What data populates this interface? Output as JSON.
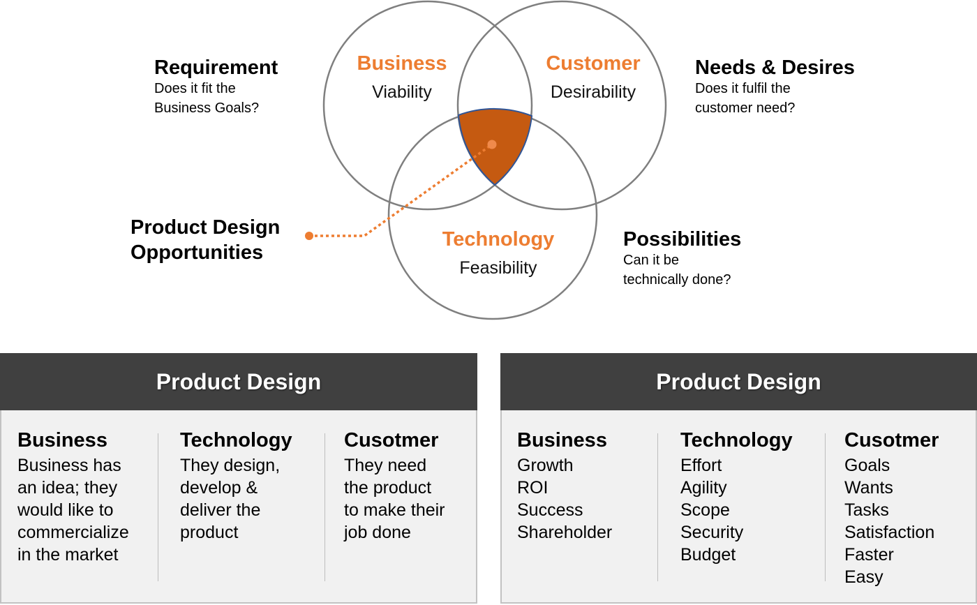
{
  "venn": {
    "colors": {
      "circle_stroke": "#7F7F7F",
      "accent": "#ED7D31",
      "intersection_fill": "#C55A11",
      "intersection_stroke": "#2F5597"
    },
    "circles": [
      {
        "id": "business",
        "title": "Business",
        "subtitle": "Viability"
      },
      {
        "id": "customer",
        "title": "Customer",
        "subtitle": "Desirability"
      },
      {
        "id": "technology",
        "title": "Technology",
        "subtitle": "Feasibility"
      }
    ],
    "intersection_label": "Product Design\nOpportunities"
  },
  "annotations": {
    "requirement": {
      "title": "Requirement",
      "text": "Does it fit the\nBusiness Goals?"
    },
    "needs": {
      "title": "Needs & Desires",
      "text": "Does it fulfil the\ncustomer need?"
    },
    "possibilities": {
      "title": "Possibilities",
      "text": "Can it be\ntechnically done?"
    }
  },
  "panels": [
    {
      "header": "Product Design",
      "columns": [
        {
          "title": "Business",
          "lines": [
            "Business has",
            "an idea; they",
            "would like to",
            "commercialize",
            "in the market"
          ]
        },
        {
          "title": "Technology",
          "lines": [
            "They design,",
            "develop &",
            "deliver the",
            "product"
          ]
        },
        {
          "title": "Cusotmer",
          "lines": [
            "They need",
            "the product",
            "to make their",
            "job done"
          ]
        }
      ]
    },
    {
      "header": "Product Design",
      "columns": [
        {
          "title": "Business",
          "lines": [
            "Growth",
            "ROI",
            "Success",
            "Shareholder"
          ]
        },
        {
          "title": "Technology",
          "lines": [
            "Effort",
            "Agility",
            "Scope",
            "Security",
            "Budget"
          ]
        },
        {
          "title": "Cusotmer",
          "lines": [
            "Goals",
            "Wants",
            "Tasks",
            "Satisfaction",
            "Faster",
            "Easy"
          ]
        }
      ]
    }
  ]
}
